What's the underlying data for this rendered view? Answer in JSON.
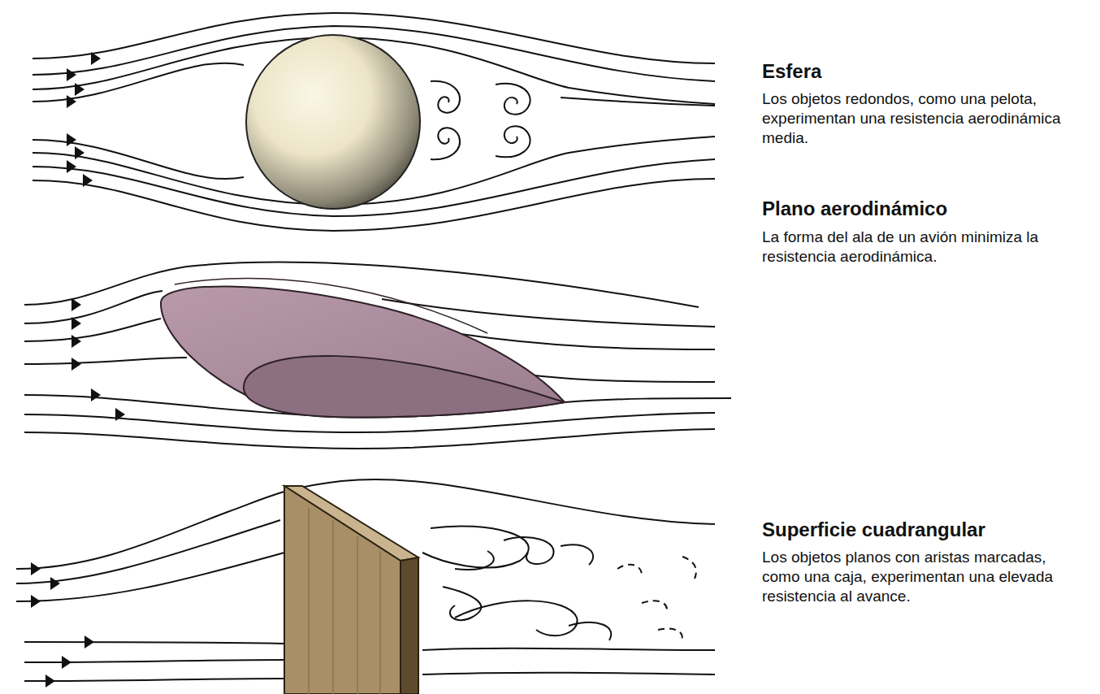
{
  "diagram": {
    "labels": [
      "Esfera",
      "Los objetos redondos, como una pelota, experimentan una resistencia aerodinámica media.",
      "Plano aerodinámico",
      "La forma del ala de un avión minimiza la resistencia aerodinámica.",
      "Superficie cuadrangular",
      "Los objetos planos con aristas marcadas, como una caja, experimentan una elevada resistencia al avance."
    ]
  }
}
